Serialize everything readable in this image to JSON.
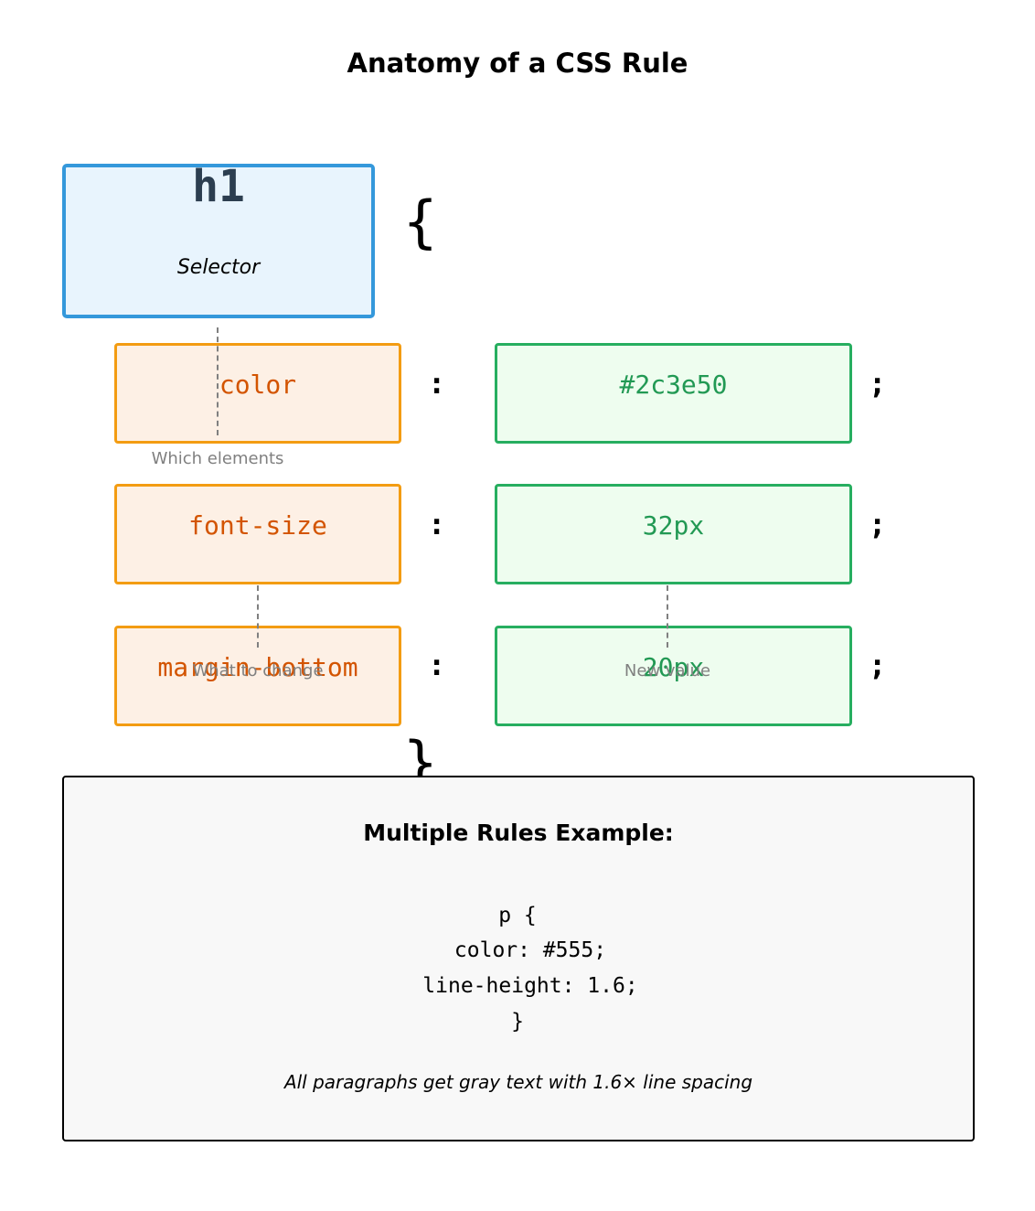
{
  "title": "Anatomy of a CSS Rule",
  "selector": {
    "code": "h1",
    "label": "Selector"
  },
  "braces": {
    "open": "{",
    "close": "}"
  },
  "declarations": [
    {
      "property": "color",
      "colon": ":",
      "value": "#2c3e50",
      "semicolon": ";"
    },
    {
      "property": "font-size",
      "colon": ":",
      "value": "32px",
      "semicolon": ";"
    },
    {
      "property": "margin-bottom",
      "colon": ":",
      "value": "20px",
      "semicolon": ";"
    }
  ],
  "annotations": {
    "selector_note": "Which elements",
    "property_note": "What to change",
    "value_note": "New value"
  },
  "example": {
    "title": "Multiple Rules Example:",
    "code_lines": [
      "p {",
      "color: #555;",
      "line-height: 1.6;",
      "}"
    ],
    "caption": "All paragraphs get gray text with 1.6× line spacing"
  },
  "colors": {
    "selector_border": "#3498db",
    "selector_fill": "#e8f4fd",
    "selector_text": "#2c3e50",
    "property_border": "#f39c12",
    "property_fill": "#fdf0e5",
    "property_text": "#d35400",
    "value_border": "#27ae60",
    "value_fill": "#eefdef",
    "value_text": "#229954",
    "annotation": "#808080"
  }
}
